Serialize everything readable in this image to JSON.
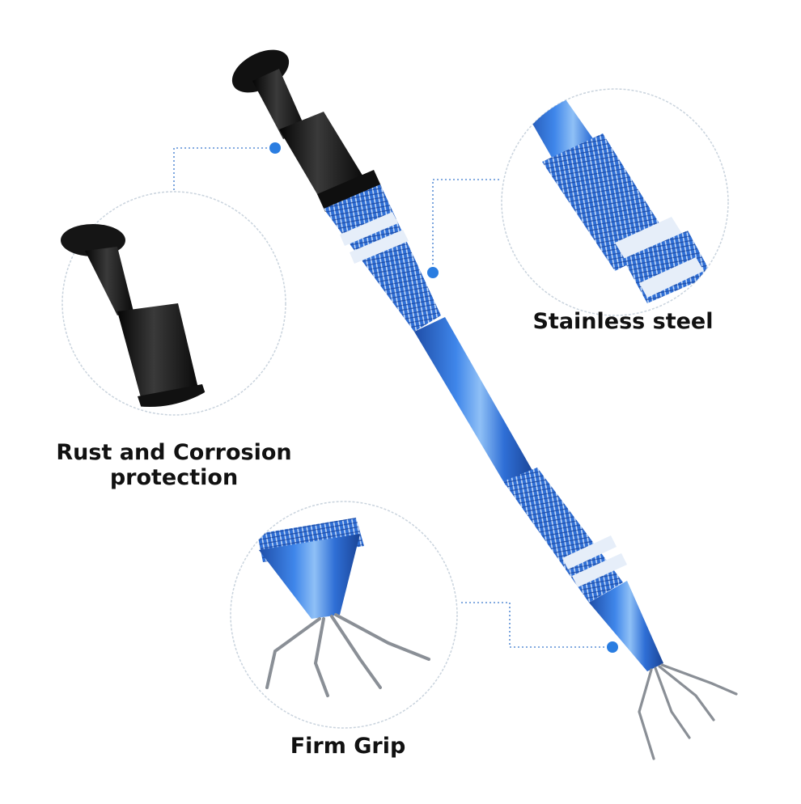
{
  "features": {
    "rust": {
      "line1": "Rust and Corrosion",
      "line2": "protection"
    },
    "steel": {
      "label": "Stainless steel"
    },
    "grip": {
      "label": "Firm Grip"
    }
  },
  "colors": {
    "background": "#ffffff",
    "tool_blue": "#2f6fd6",
    "tool_blue_dark": "#1f4ea8",
    "tool_blue_light": "#7fb0f2",
    "knurl_highlight": "#c9dcf6",
    "cap_black": "#151515",
    "leader_dot": "#2a7de1",
    "leader_line": "#5b8fd6",
    "circle_outline": "#c9d3dd",
    "prong_steel": "#8a8f96",
    "label_text": "#111111"
  },
  "icons": {
    "tool": "pick-up-tool-illustration",
    "dot": "callout-dot-icon"
  }
}
